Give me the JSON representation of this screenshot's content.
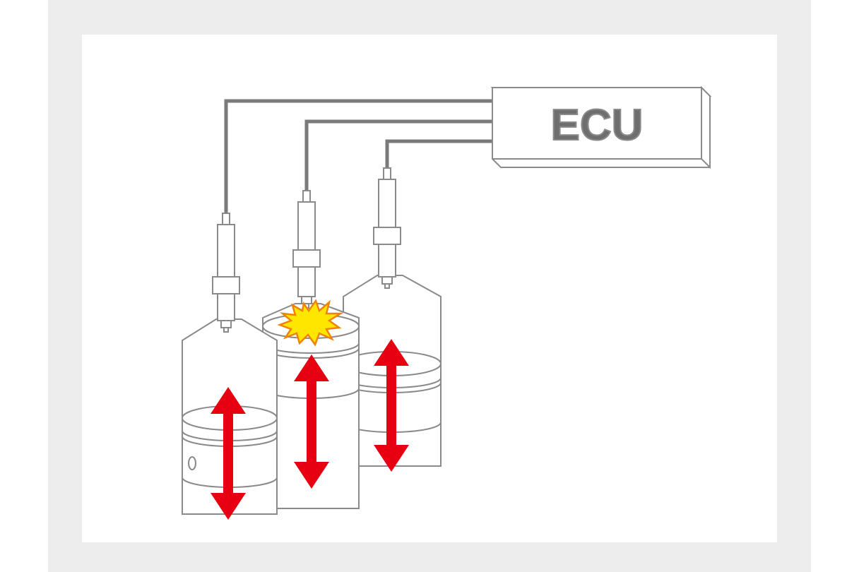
{
  "diagram": {
    "ecu_label": "ECU",
    "cylinders": [
      {
        "id": "cylinder-1",
        "firing": false
      },
      {
        "id": "cylinder-2",
        "firing": true
      },
      {
        "id": "cylinder-3",
        "firing": false
      }
    ],
    "colors": {
      "background_frame": "#ededed",
      "panel": "#ffffff",
      "outline": "#8a8a8a",
      "wire": "#7a7a7a",
      "ecu_text": "#6e6e6e",
      "arrow": "#e60012",
      "spark_fill": "#ffe600",
      "spark_stroke": "#f08300"
    }
  }
}
